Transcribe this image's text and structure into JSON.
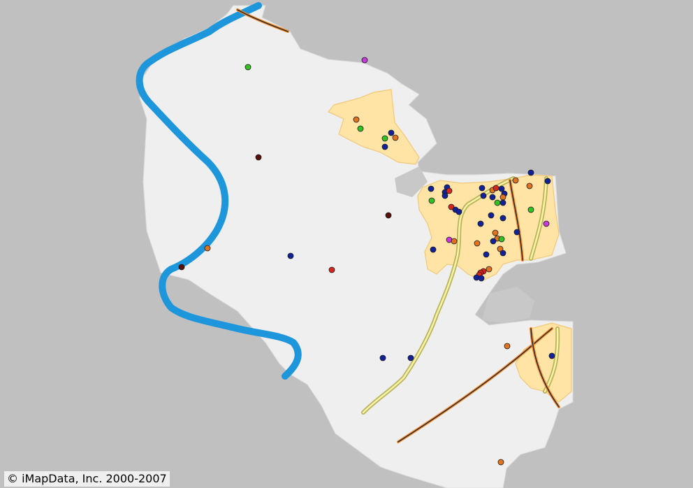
{
  "copyright": "© iMapData, Inc. 2000-2007",
  "colors": {
    "background": "#c0c0c0",
    "county": "#efefef",
    "urban": "#ffe4a6",
    "urban_border": "#f2c879",
    "river": "#1e96dc",
    "highway_casing": "#b7b45a",
    "highway_inner": "#f7f2a8",
    "road_orange": "#f08a2c",
    "road_dark": "#222222"
  },
  "marker_colors": {
    "navy": "#11229a",
    "orange": "#e0731e",
    "green": "#33c21f",
    "red": "#d9261d",
    "maroon": "#5a0f0a",
    "magenta": "#c83adf"
  },
  "layers": [
    "county-boundary",
    "urban-area",
    "river",
    "highway",
    "roads",
    "location-markers"
  ]
}
